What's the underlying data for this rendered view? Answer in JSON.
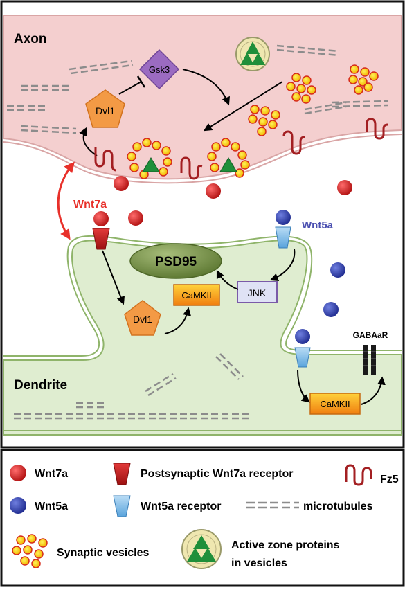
{
  "labels": {
    "axon": "Axon",
    "dendrite": "Dendrite",
    "gsk3": "Gsk3",
    "dvl1_axon": "Dvl1",
    "dvl1_dendrite": "Dvl1",
    "wnt7a": "Wnt7a",
    "wnt5a": "Wnt5a",
    "psd95": "PSD95",
    "jnk": "JNK",
    "camkii_top": "CaMKII",
    "camkii_bottom": "CaMKII",
    "gabaar": "GABAaR"
  },
  "legend": {
    "wnt7a": "Wnt7a",
    "wnt7a_receptor": "Postsynaptic Wnt7a receptor",
    "fz5": "Fz5",
    "wnt5a": "Wnt5a",
    "wnt5a_receptor": "Wnt5a receptor",
    "microtubules": "microtubules",
    "synaptic_vesicles": "Synaptic vesicles",
    "active_zone_line1": "Active zone proteins",
    "active_zone_line2": "in vesicles"
  },
  "colors": {
    "axon_fill": "#f4cfcf",
    "dendrite_fill": "#dfedd0",
    "wnt7a": "#d41c1c",
    "wnt5a": "#2e3fae",
    "wnt7a_label": "#e8302a",
    "wnt5a_label": "#4a4fb0",
    "dvl1": "#f39a45",
    "gsk3": "#9b6bc1",
    "psd95": "#7f9a4e",
    "jnk": "#dfe2f5",
    "camkii": "#f5a21c",
    "fz5": "#a31f22"
  }
}
